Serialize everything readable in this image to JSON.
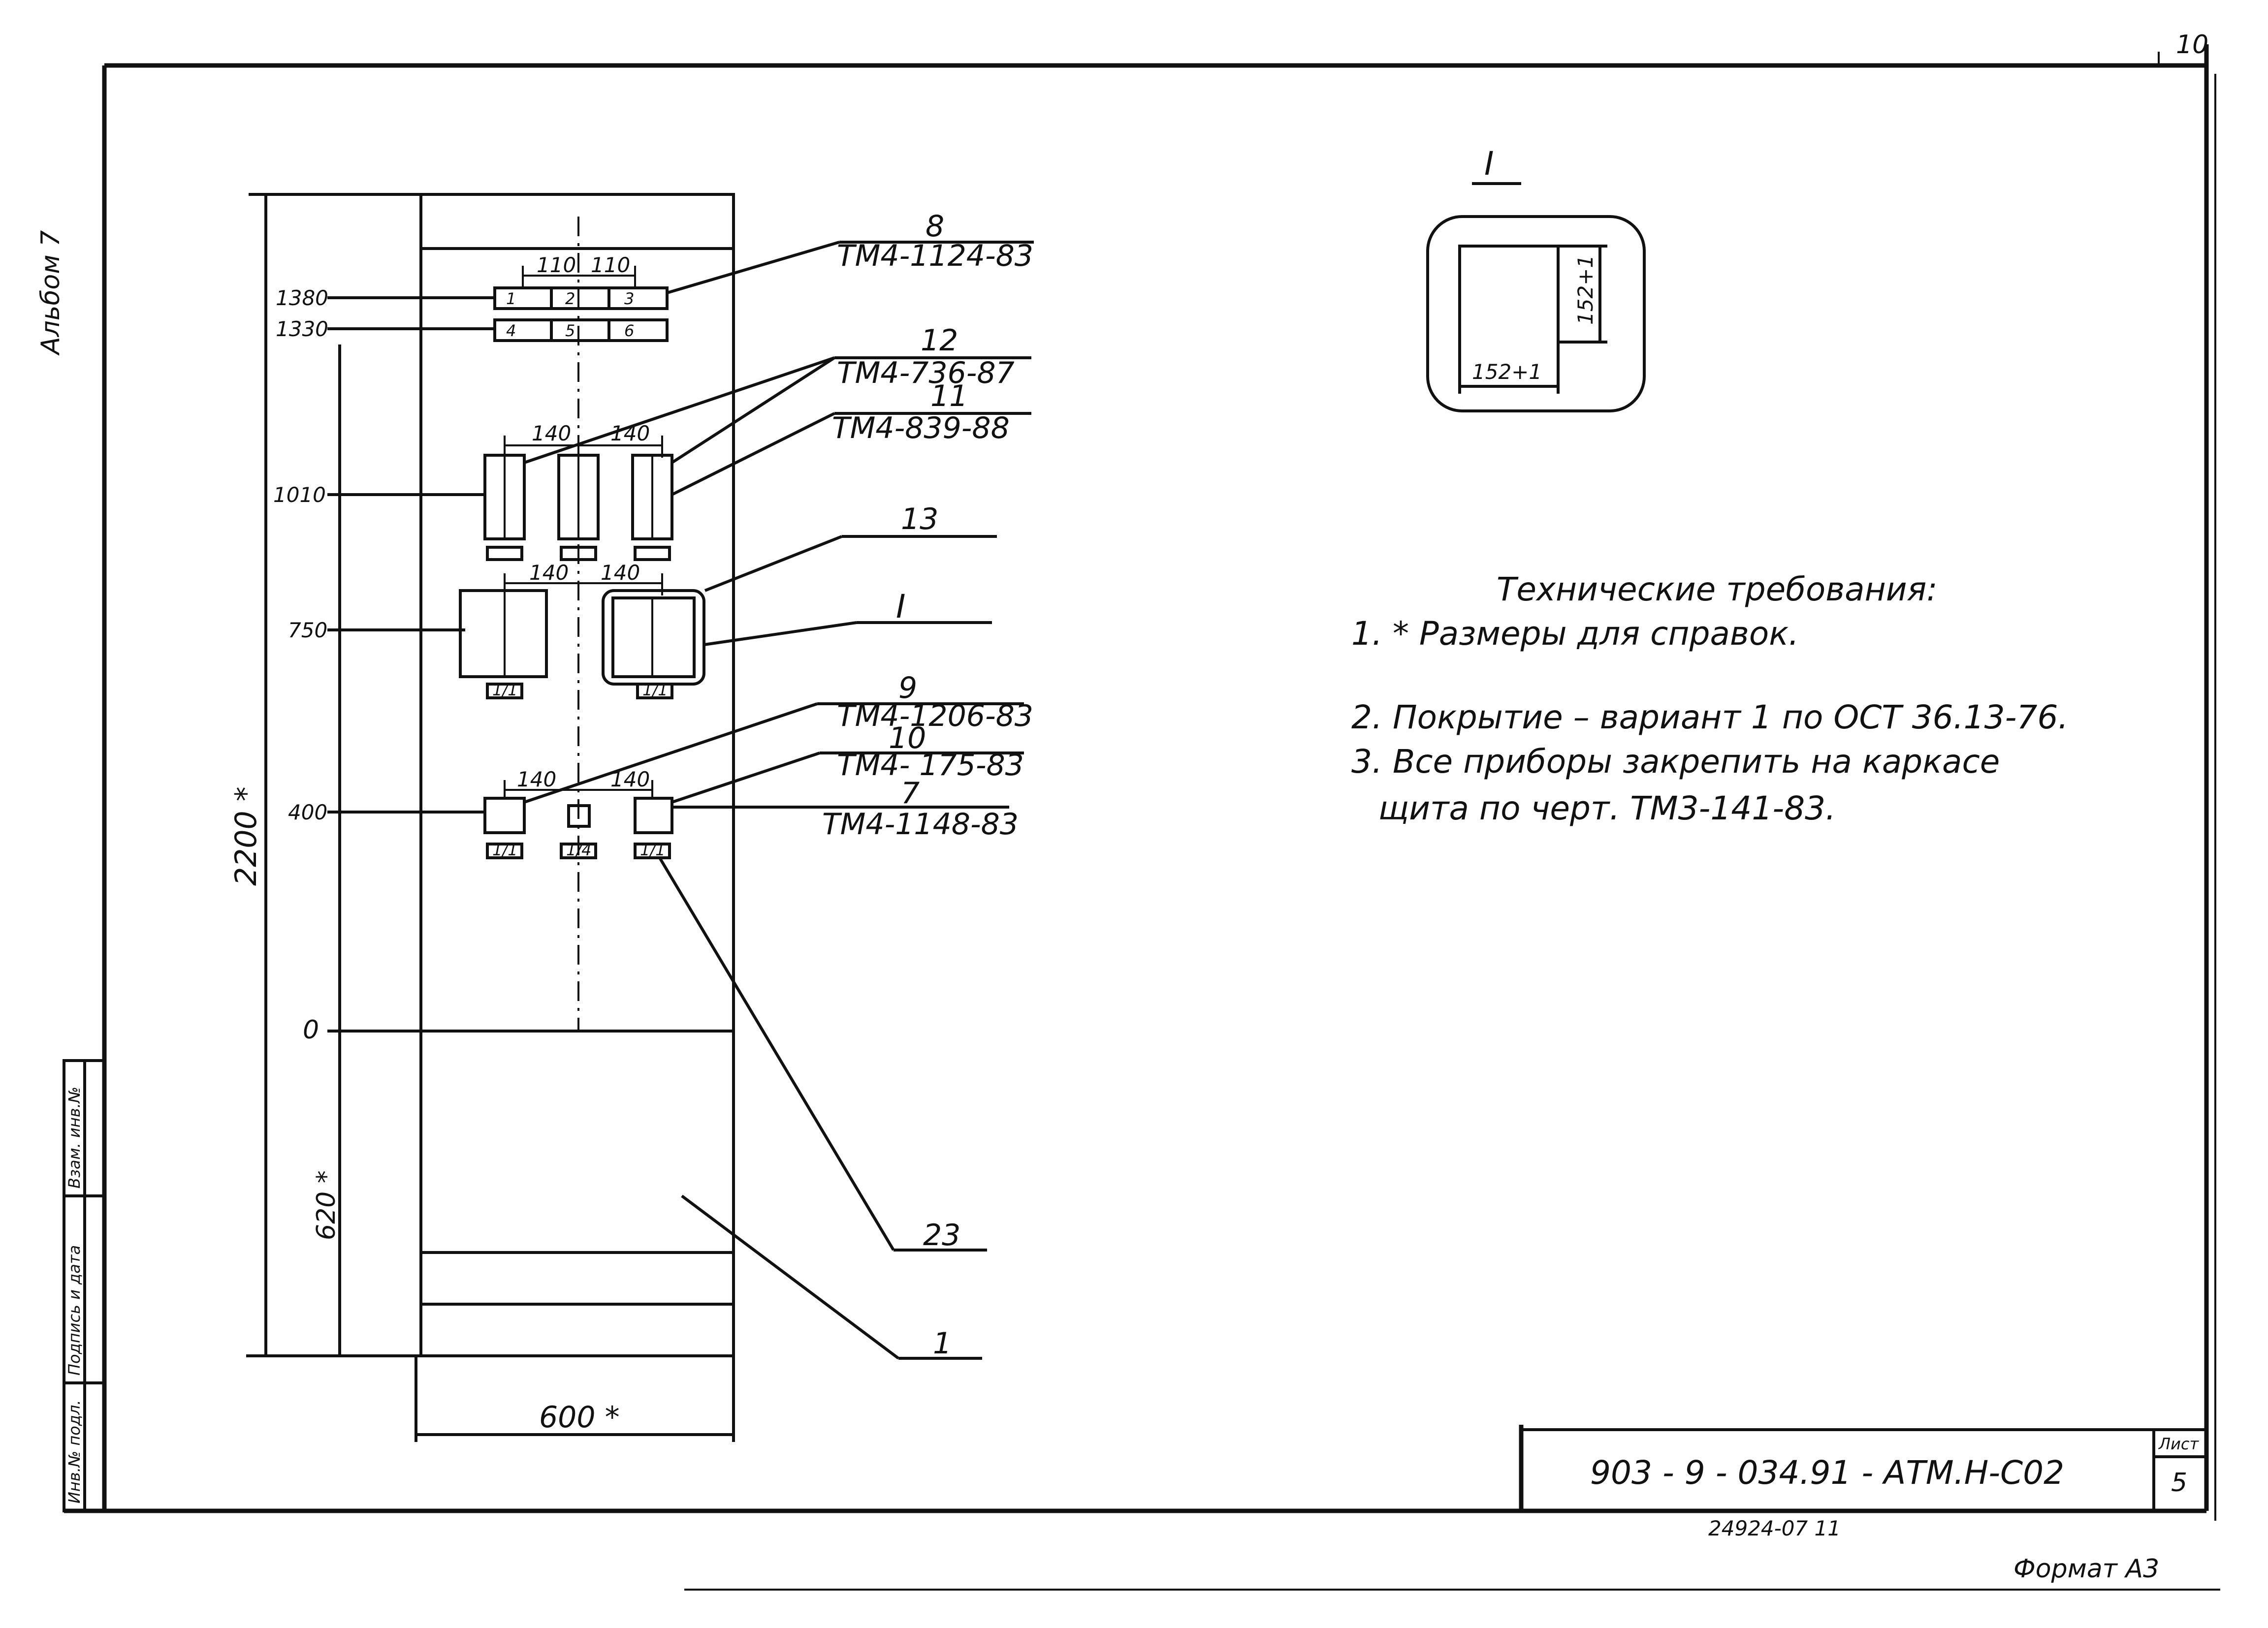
{
  "frame": {
    "album": "Альбом 7",
    "sheet_corner": "10",
    "format_note": "Формат А3",
    "archive_no": "24924-07  11"
  },
  "stamp_strip": {
    "inv_podl": "Инв.№ подл.",
    "sign_date": "Подпись и дата",
    "vzam_inv": "Взам. инв.№"
  },
  "title_block": {
    "code": "903 - 9 - 034.91 -  АТМ.Н-С02",
    "sheet_label": "Лист",
    "sheet_no": "5"
  },
  "cabinet": {
    "height_dim": "2200 *",
    "width_dim": "600 *",
    "base_dim": "620 *",
    "levels": [
      {
        "label": "1380"
      },
      {
        "label": "1330"
      },
      {
        "label": "1010"
      },
      {
        "label": "750"
      },
      {
        "label": "400"
      },
      {
        "label": "0"
      }
    ],
    "spacings": {
      "row1_a": "110",
      "row1_b": "110",
      "row2_a": "140",
      "row2_b": "140",
      "row3_a": "140",
      "row3_b": "140",
      "row4_a": "140",
      "row4_b": "140"
    },
    "cells": [
      "1",
      "2",
      "3",
      "4",
      "5",
      "6"
    ],
    "small_tags": {
      "r2_a": "",
      "r2_b": "",
      "r2_c": "",
      "r3_a": "1/1",
      "r3_b": "1/1",
      "r4_a": "1/1",
      "r4_b": "1/4",
      "r4_c": "1/1"
    }
  },
  "callouts": [
    {
      "num": "8",
      "ref": "ТМ4-1124-83"
    },
    {
      "num": "12",
      "ref": "ТМ4-736-87"
    },
    {
      "num": "11",
      "ref": "ТМ4-839-88"
    },
    {
      "num": "13",
      "ref": ""
    },
    {
      "num": "I",
      "ref": ""
    },
    {
      "num": "9",
      "ref": "ТМ4-1206-83"
    },
    {
      "num": "10",
      "ref": "ТМ4- 175-83"
    },
    {
      "num": "7",
      "ref": "ТМ4-1148-83"
    },
    {
      "num": "23",
      "ref": ""
    },
    {
      "num": "1",
      "ref": ""
    }
  ],
  "detail": {
    "title": "I",
    "dim_w": "152+1",
    "dim_h": "152+1"
  },
  "requirements": {
    "heading": "Технические требования:",
    "items": [
      "1. * Размеры для справок.",
      "2. Покрытие – вариант 1 по ОСТ 36.13-76.",
      "3. Все приборы закрепить на каркасе",
      "щита   по черт. ТМ3-141-83."
    ]
  }
}
